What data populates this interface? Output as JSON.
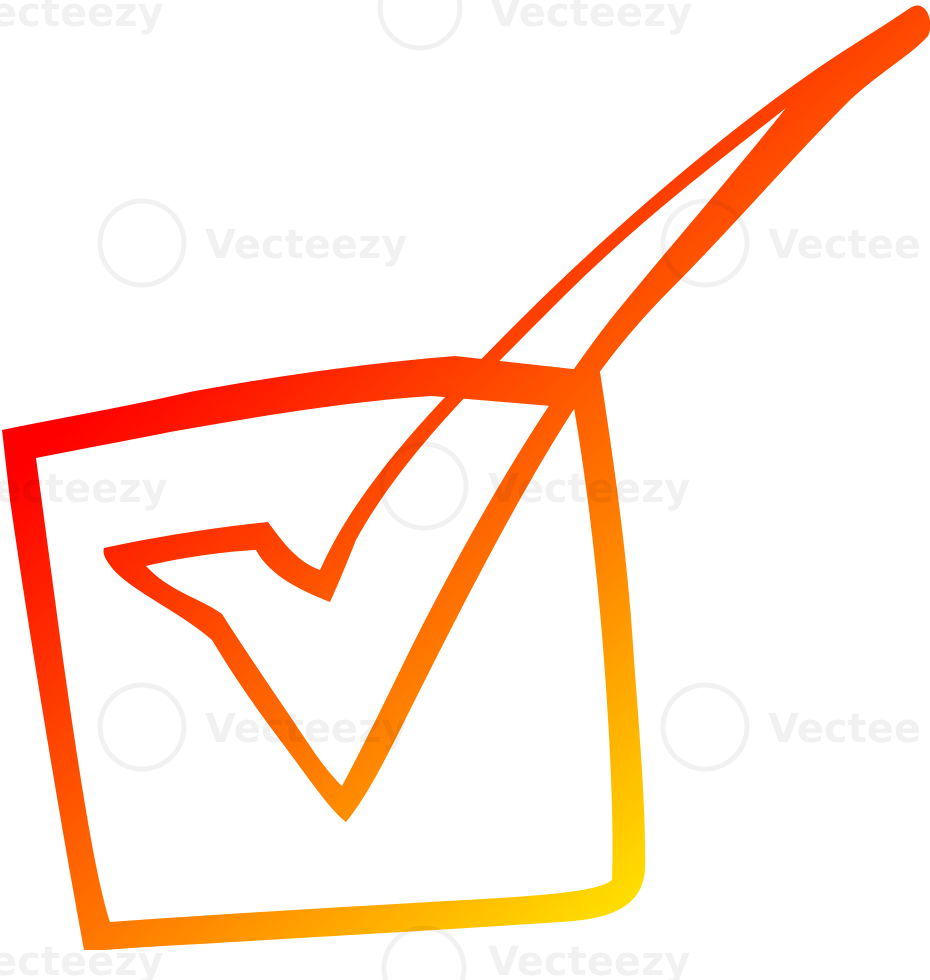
{
  "illustration": {
    "subject": "hand-drawn-checkbox-with-checkmark",
    "gradient": {
      "start_color": "#ff0000",
      "mid_color": "#ff7a00",
      "end_color": "#ffff00"
    },
    "outline_color_fill": "#ffffff"
  },
  "watermark": {
    "brand": "Vecteezy",
    "fragment_left": "ecteezy",
    "fragment_right": "Vectee",
    "opacity": 0.055
  }
}
